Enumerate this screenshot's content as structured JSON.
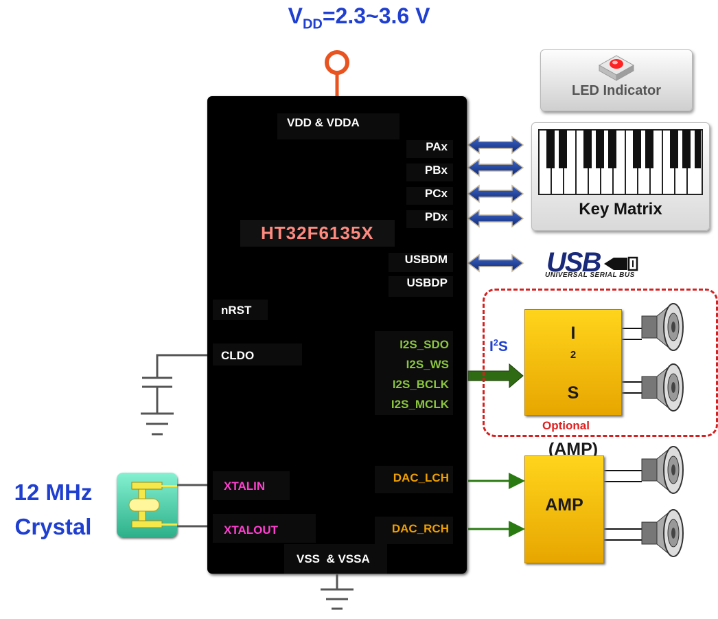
{
  "supply": {
    "prefix": "V",
    "sub": "DD",
    "range": "=2.3~3.6 V"
  },
  "chip": {
    "name": "HT32F6135X",
    "pins": {
      "vdd": "VDD & VDDA",
      "pax": "PAx",
      "pbx": "PBx",
      "pcx": "PCx",
      "pdx": "PDx",
      "usbdm": "USBDM",
      "usbdp": "USBDP",
      "nrst": "nRST",
      "cldo": "CLDO",
      "i2s_sdo": "I2S_SDO",
      "i2s_ws": "I2S_WS",
      "i2s_bclk": "I2S_BCLK",
      "i2s_mclk": "I2S_MCLK",
      "xtalin": "XTALIN",
      "xtalout": "XTALOUT",
      "dac_lch": "DAC_LCH",
      "dac_rch": "DAC_RCH",
      "vss": "VSS  & VSSA"
    }
  },
  "peripherals": {
    "led": "LED Indicator",
    "key_matrix": "Key Matrix",
    "usb_logo": "USB",
    "usb_sub": "UNIVERSAL SERIAL BUS",
    "i2s_bus": {
      "main": "I",
      "sup": "2",
      "rest": "S"
    },
    "i2s_amp": {
      "line1_main": "I",
      "line1_sup": "2",
      "line1_rest": "S",
      "line2": "(AMP)"
    },
    "optional": "Optional",
    "amp": "AMP",
    "crystal_line1": "12 MHz",
    "crystal_line2": "Crystal"
  },
  "colors": {
    "chip": "#000000",
    "supply_pin": "#e8531f",
    "bus_arrow": "#1b3e9a",
    "i2s_arrow": "#2f6b12",
    "dac_line": "#2a7a12",
    "amp": "#f5c000",
    "optional_frame": "#d62020",
    "label_blue": "#1f3fd0"
  },
  "icons": [
    "led-icon",
    "piano-keys-icon",
    "usb-logo-icon",
    "speaker-icon",
    "crystal-icon",
    "ground-icon",
    "capacitor-icon"
  ]
}
